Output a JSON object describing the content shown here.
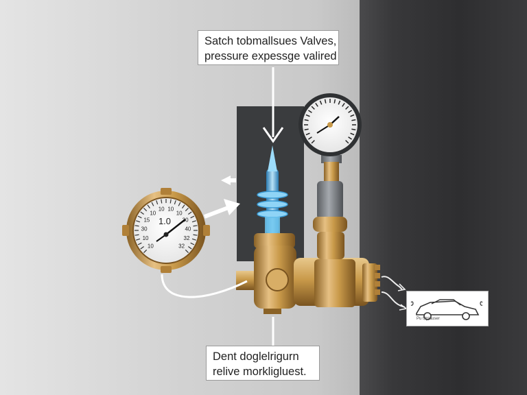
{
  "callouts": {
    "top_line1": "Satch tobmallsues Valves,",
    "top_line2": "pressure expessge valired",
    "bottom_line1": "Dent doglelrigurn",
    "bottom_line2": "relive morkligluest."
  },
  "gauges": {
    "left_gauge_center_label": "1.0",
    "left_gauge_tick_labels": [
      "10",
      "10",
      "30",
      "15",
      "10",
      "10",
      "10",
      "10",
      "30",
      "40",
      "32",
      "32"
    ]
  },
  "car_badge": {
    "caption": "Pu t,tplauser"
  },
  "colors": {
    "brass": "#c99a4a",
    "brass_dark": "#8a6226",
    "blue_glow": "#6fc6ef",
    "dark_panel": "#3a3c3e"
  }
}
